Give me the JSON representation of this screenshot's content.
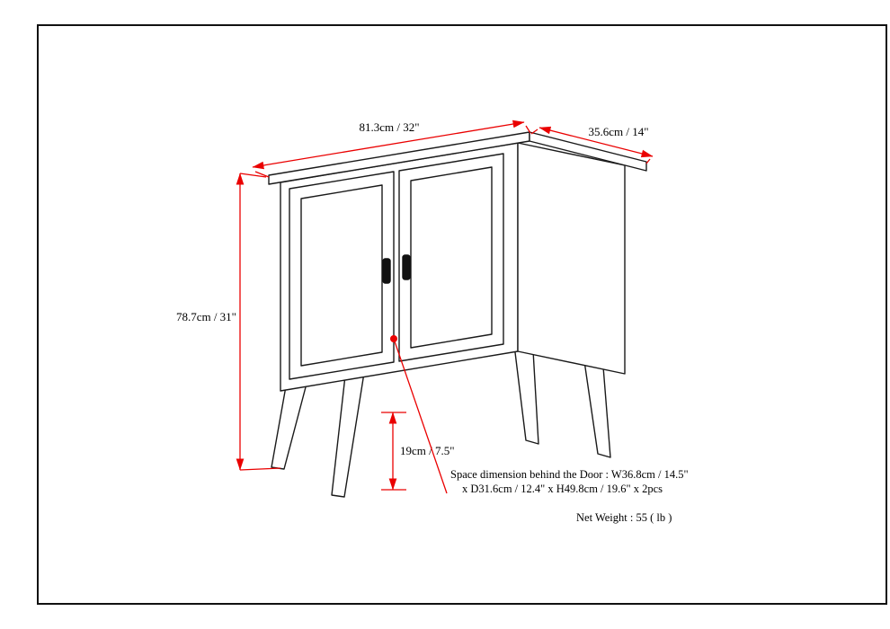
{
  "diagram": {
    "kind": "product-dimension-diagram",
    "subject": "two-door storage cabinet with splayed mid-century legs",
    "colors": {
      "dimension_red": "#ea0000",
      "line_black": "#1a1a1a",
      "background": "#ffffff"
    },
    "dimensions": {
      "width_label": "81.3cm / 32\"",
      "depth_label": "35.6cm / 14\"",
      "height_label": "78.7cm / 31\"",
      "leg_height_label": "19cm / 7.5\""
    },
    "notes": {
      "door_space_line1": "Space dimension behind the Door  : W36.8cm / 14.5\"",
      "door_space_line2": "x D31.6cm / 12.4\" x H49.8cm / 19.6\" x 2pcs",
      "net_weight": "Net Weight : 55 ( lb )"
    }
  }
}
